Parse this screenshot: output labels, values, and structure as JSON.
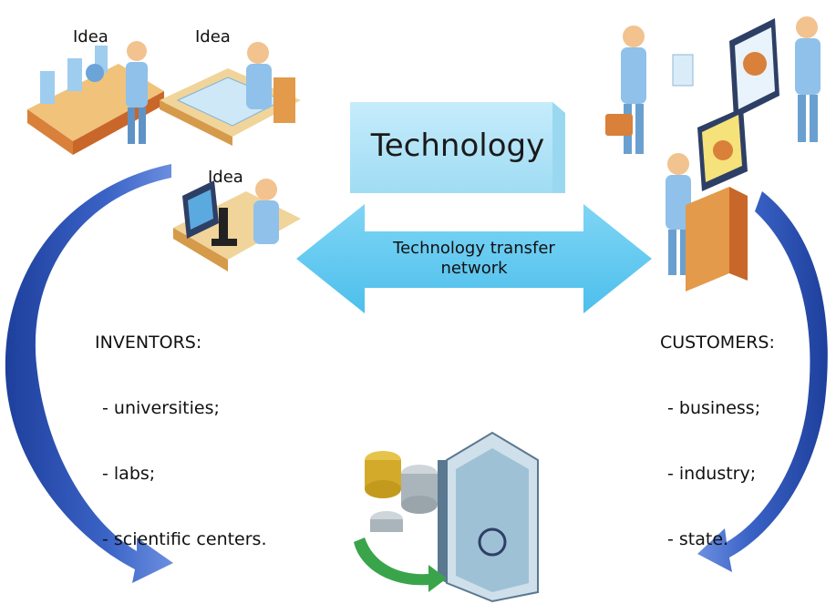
{
  "technology": {
    "title": "Technology"
  },
  "network": {
    "line1": "Technology transfer",
    "line2": "network"
  },
  "ideas": [
    "Idea",
    "Idea",
    "Idea"
  ],
  "inventors": {
    "heading": "INVENTORS:",
    "items": [
      "- universities;",
      "- labs;",
      "- scientific centers."
    ]
  },
  "customers": {
    "heading": "CUSTOMERS:",
    "items": [
      "- business;",
      "- industry;",
      "- state."
    ]
  },
  "colors": {
    "technology_box": "#aee3f7",
    "network_arrow": "#5cc7ef",
    "cycle_arrows": "#2c4ea8",
    "money_arrow": "#3aa44a"
  }
}
